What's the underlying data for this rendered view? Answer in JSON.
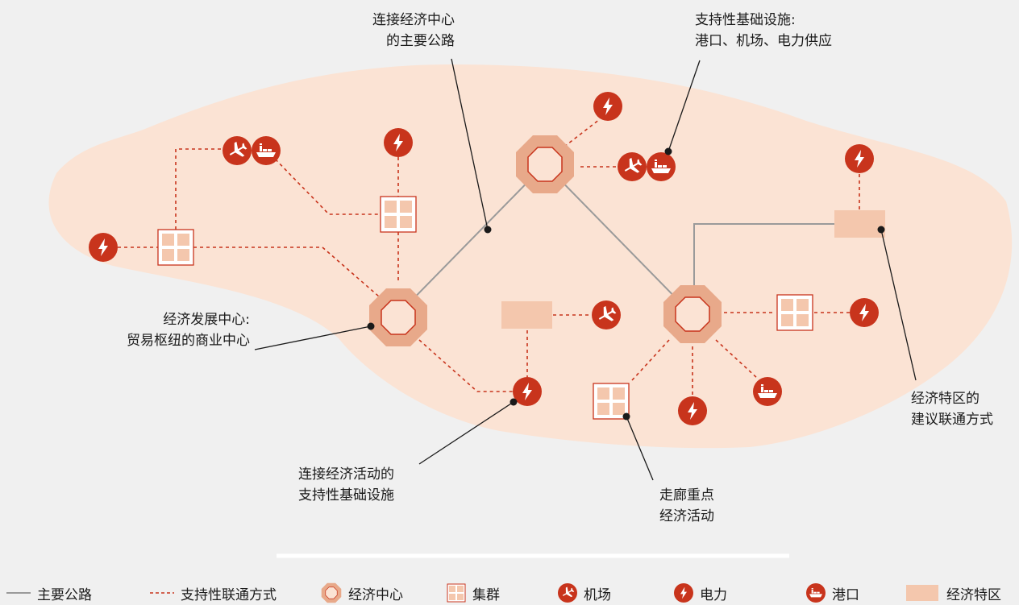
{
  "annotations": {
    "main_road": [
      "连接经济中心",
      "的主要公路"
    ],
    "support_infra_top": [
      "支持性基础设施:",
      "港口、机场、电力供应"
    ],
    "econ_hub": [
      "经济发展中心:",
      "贸易枢纽的商业中心"
    ],
    "support_infra_bottom": [
      "连接经济活动的",
      "支持性基础设施"
    ],
    "corridor": [
      "走廊重点",
      "经济活动"
    ],
    "sez_link": [
      "经济特区的",
      "建议联通方式"
    ]
  },
  "legend": {
    "road": "主要公路",
    "support": "支持性联通方式",
    "hub": "经济中心",
    "cluster": "集群",
    "airport": "机场",
    "power": "电力",
    "port": "港口",
    "sez": "经济特区"
  },
  "colors": {
    "background": "#f0f0f0",
    "region": "#fbe3d4",
    "hub": "#e8a98a",
    "icon_red": "#c8341c",
    "road_gray": "#9a9a9a",
    "sez": "#f4c7ad"
  }
}
